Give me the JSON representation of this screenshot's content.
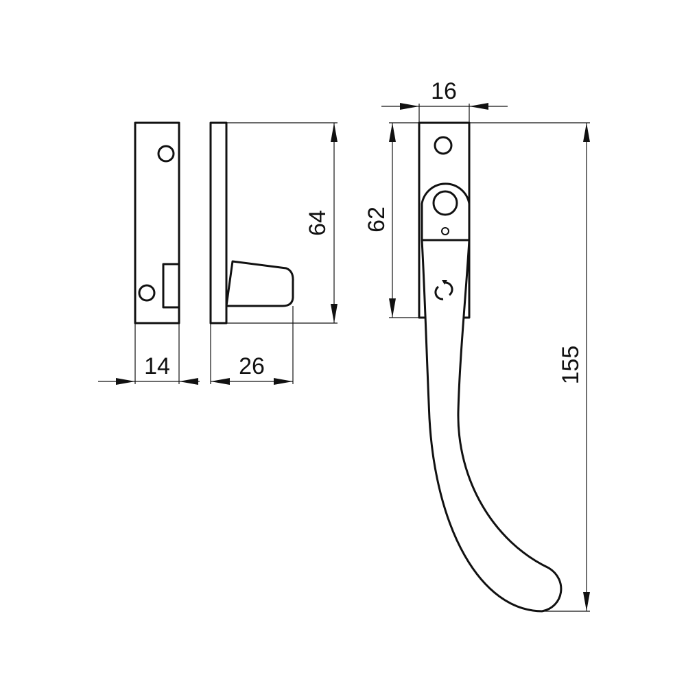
{
  "dimensions": {
    "keep_width": "14",
    "keep_projection": "26",
    "keep_height": "64",
    "handle_base_width": "16",
    "handle_base_height": "62",
    "handle_overall_length": "155"
  },
  "colors": {
    "line": "#111111",
    "background": "#ffffff"
  }
}
